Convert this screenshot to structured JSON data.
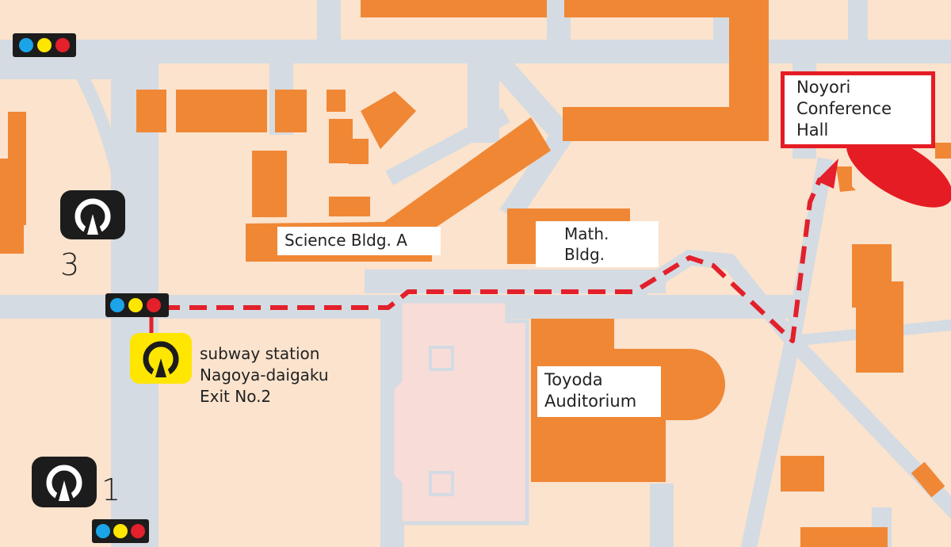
{
  "colors": {
    "background": "#fbe3cd",
    "road": "#d4dbe2",
    "building": "#f08735",
    "highlight_building": "#f8dcd8",
    "route": "#e3202b",
    "destination": "#e51c24",
    "subway_exit_active": "#ffe600",
    "subway_exit_inactive": "#1c1c1c"
  },
  "labels": {
    "destination": [
      "Noyori",
      "Conference",
      "Hall"
    ],
    "science": "Science Bldg. A",
    "math": [
      "Math.",
      "Bldg."
    ],
    "toyoda": [
      "Toyoda",
      "Auditorium"
    ],
    "station": [
      "subway station",
      "Nagoya-daigaku",
      "Exit No.2"
    ]
  },
  "exits": {
    "exit3": "3",
    "exit1": "1"
  },
  "icons": [
    "traffic-light-icon",
    "subway-exit-icon",
    "arrow-head-icon"
  ]
}
